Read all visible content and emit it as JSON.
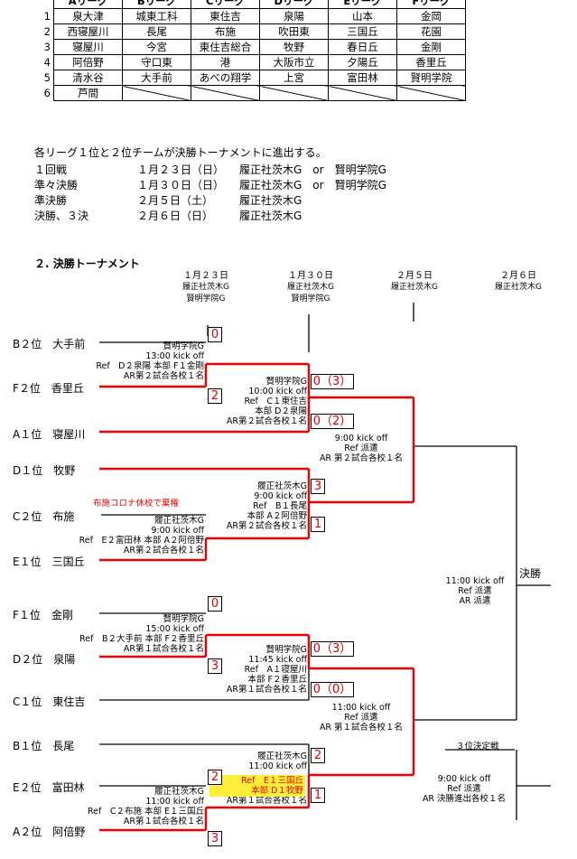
{
  "leagues": {
    "headers": [
      "Aリーグ",
      "Bリーグ",
      "Cリーグ",
      "Dリーグ",
      "Eリーグ",
      "Fリーグ"
    ],
    "rows": [
      {
        "num": "1",
        "cells": [
          "泉大津",
          "城東工科",
          "東住吉",
          "泉陽",
          "山本",
          "金岡"
        ]
      },
      {
        "num": "2",
        "cells": [
          "西寝屋川",
          "長尾",
          "布施",
          "吹田東",
          "三国丘",
          "花園"
        ]
      },
      {
        "num": "3",
        "cells": [
          "寝屋川",
          "今宮",
          "東住吉総合",
          "牧野",
          "春日丘",
          "金剛"
        ]
      },
      {
        "num": "4",
        "cells": [
          "阿倍野",
          "守口東",
          "港",
          "大阪市立",
          "夕陽丘",
          "香里丘"
        ]
      },
      {
        "num": "5",
        "cells": [
          "清水谷",
          "大手前",
          "あべの翔学",
          "上宮",
          "富田林",
          "賢明学院"
        ]
      },
      {
        "num": "6",
        "cells": [
          "芦間",
          "",
          "",
          "",
          "",
          ""
        ]
      }
    ]
  },
  "schedule": {
    "intro": "各リーグ１位と２位チームが決勝トーナメントに進出する。",
    "rows": [
      {
        "round": "１回戦",
        "date": "１月２３日（日）",
        "venue": "履正社茨木G　or　賢明学院G"
      },
      {
        "round": "準々決勝",
        "date": "１月３０日（日）",
        "venue": "履正社茨木G　or　賢明学院G"
      },
      {
        "round": "準決勝",
        "date": "２月５日（土）",
        "venue": "履正社茨木G"
      },
      {
        "round": "決勝、３決",
        "date": "２月６日（日）",
        "venue": "履正社茨木G"
      }
    ]
  },
  "bracket": {
    "heading": "２. 決勝トーナメント",
    "columns": [
      {
        "date": "１月２３日",
        "venue1": "履正社茨木G",
        "venue2": "賢明学院G"
      },
      {
        "date": "１月３０日",
        "venue1": "履正社茨木G",
        "venue2": "賢明学院G"
      },
      {
        "date": "２月５日",
        "venue1": "履正社茨木G",
        "venue2": ""
      },
      {
        "date": "２月６日",
        "venue1": "履正社茨木G",
        "venue2": ""
      }
    ],
    "teams": [
      "B２位　大手前",
      "F２位　香里丘",
      "A１位　寝屋川",
      "D１位　牧野",
      "C２位　布施",
      "E１位　三国丘",
      "F１位　金剛",
      "D２位　泉陽",
      "C１位　東住吉",
      "B１位　長尾",
      "E２位　富田林",
      "A２位　阿倍野"
    ],
    "covid_note": "布施コロナ休校で棄権",
    "r1": [
      {
        "venue": "賢明学院G",
        "ko": "13:00 kick off",
        "ref": "Ref　D２泉陽 本部 F１金剛",
        "ar": "AR第２試合各校１名",
        "s1": "0",
        "s2": "2"
      },
      {
        "venue": "履正社茨木G",
        "ko": "9:00 kick off",
        "ref": "Ref　E２富田林 本部 A２阿倍野",
        "ar": "AR第２試合各校１名",
        "s1": "",
        "s2": ""
      },
      {
        "venue": "賢明学院G",
        "ko": "15:00 kick off",
        "ref": "Ref　B２大手前 本部 F２香里丘",
        "ar": "AR第１試合各校１名",
        "s1": "0",
        "s2": "3"
      },
      {
        "venue": "履正社茨木G",
        "ko": "11:00 kick off",
        "ref": "Ref　C２布施 本部 E１三国丘",
        "ar": "AR第１試合各校１名",
        "s1": "2",
        "s2": "3"
      }
    ],
    "qf": [
      {
        "venue": "賢明学院G",
        "ko": "10:00 kick off",
        "ref": "Ref　C１東住吉",
        "hq": "本部 D２泉陽",
        "ar": "AR第２試合各校１名",
        "s1": "0（3）",
        "s2": "0（2）"
      },
      {
        "venue": "履正社茨木G",
        "ko": "9:00 kick off",
        "ref": "Ref　B１長尾",
        "hq": "本部 A２阿倍野",
        "ar": "AR第２試合各校１名",
        "s1": "3",
        "s2": "1"
      },
      {
        "venue": "賢明学院G",
        "ko": "11:45 kick off",
        "ref": "Ref　A１寝屋川",
        "hq": "本部 F２香里丘",
        "ar": "AR第１試合各校１名",
        "s1": "0（3）",
        "s2": "0（0）"
      },
      {
        "venue": "履正社茨木G",
        "ko": "11:00 kick off",
        "ref": "Ref　E１三国丘",
        "hq": "本部 D１牧野",
        "ar": "AR第１試合各校１名",
        "s1": "2",
        "s2": "1"
      }
    ],
    "sf": [
      {
        "ko": "9:00 kick off",
        "ref": "Ref 派遣",
        "ar": "AR 第２試合各校１名"
      },
      {
        "ko": "11:00 kick off",
        "ref": "Ref 派遣",
        "ar": "AR 第１試合各校１名"
      }
    ],
    "final": {
      "label": "決勝",
      "ko": "11:00 kick off",
      "ref": "Ref 派遣",
      "ar": "AR 派遣"
    },
    "third": {
      "label": "３位決定戦",
      "ko": "9:00 kick off",
      "ref": "Ref 派遣",
      "ar": "AR 決勝進出各校１名"
    }
  }
}
